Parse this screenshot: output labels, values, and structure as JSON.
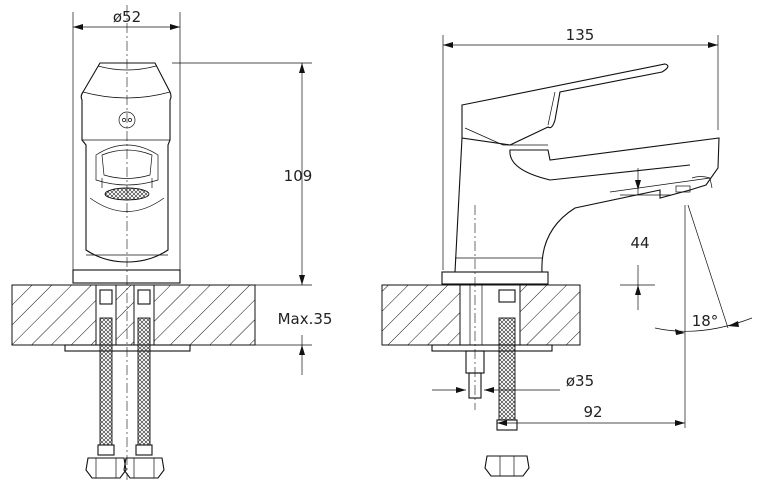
{
  "drawing": {
    "front_view": {
      "width_label": "ø52",
      "height_label": "109",
      "counter_label": "Max.35"
    },
    "side_view": {
      "length_label": "135",
      "spout_height_label": "44",
      "angle_label": "18°",
      "hole_label": "ø35",
      "reach_label": "92"
    },
    "colors": {
      "line": "#111111",
      "background": "#ffffff"
    }
  }
}
